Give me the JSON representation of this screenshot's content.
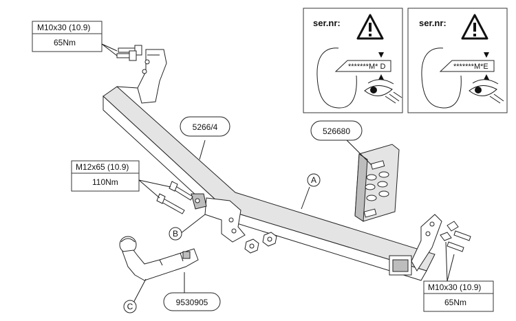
{
  "bolt_spec_top_left": {
    "size": "M10x30 (10.9)",
    "torque": "65Nm"
  },
  "bolt_spec_middle": {
    "size": "M12x65 (10.9)",
    "torque": "110Nm"
  },
  "bolt_spec_bottom_right": {
    "size": "M10x30 (10.9)",
    "torque": "65Nm"
  },
  "part_numbers": {
    "crossbar": "5266/4",
    "bracket_plate": "526680",
    "ball_neck": "9530905"
  },
  "callouts": {
    "a": "A",
    "b": "B",
    "c": "C"
  },
  "serial_panels": [
    {
      "title": "ser.nr:",
      "code": "*******M* D"
    },
    {
      "title": "ser.nr:",
      "code": "*******M*E"
    }
  ]
}
